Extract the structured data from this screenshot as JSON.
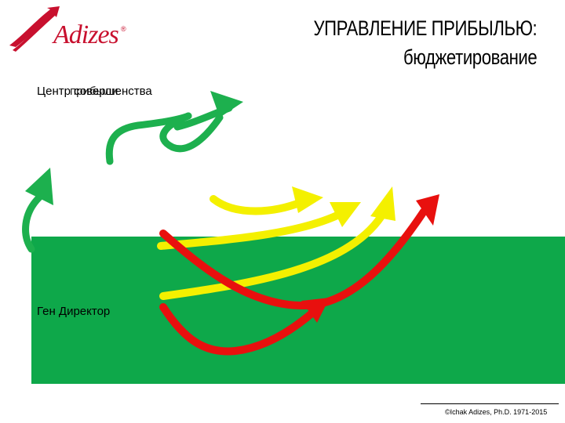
{
  "logo": {
    "text": "Adizes",
    "registered": "®",
    "colors": {
      "red": "#c8102e",
      "accent": "#c8102e"
    }
  },
  "title": {
    "line1": "УПРАВЛЕНИЕ ПРИБЫЛЬЮ:",
    "line2": "бюджетирование"
  },
  "labels": {
    "center": "Центр совершенства",
    "center_overlay": "прибыли",
    "general_director": "Ген Директор"
  },
  "colors": {
    "green_area": "#0ea84a",
    "green_arrow": "#1db04e",
    "yellow_arrow": "#f4f000",
    "red_arrow": "#e8100e"
  },
  "footer": {
    "copyright": "©Ichak Adizes, Ph.D. 1971-2015"
  }
}
